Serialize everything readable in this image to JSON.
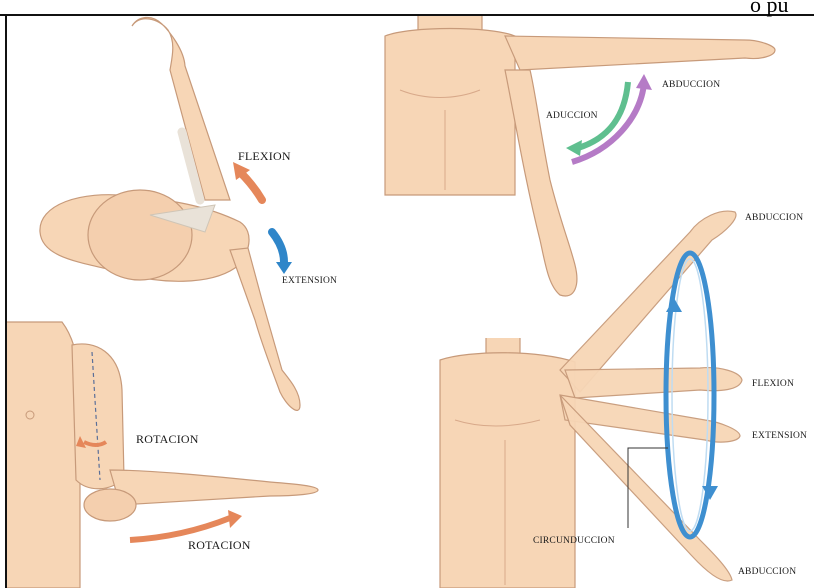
{
  "header_fragment": "o pu",
  "colors": {
    "skin": "#f7d6b6",
    "skin_stroke": "#c79a7a",
    "bone": "#e9e2d8",
    "flexion_arrow": "#e5875a",
    "extension_arrow": "#2f86c9",
    "aduccion_arrow": "#5fbf8f",
    "abduccion_arrow": "#b57bc6",
    "circle": "#3e8fd0"
  },
  "panels": {
    "flexion_extension": {
      "flexion_label": "FLEXION",
      "extension_label": "EXTENSION"
    },
    "abduccion_aduccion": {
      "abduccion_label": "ABDUCCION",
      "aduccion_label": "ADUCCION"
    },
    "rotacion": {
      "upper_label": "ROTACION",
      "lower_label": "ROTACION"
    },
    "circunduccion": {
      "top_label": "ABDUCCION",
      "flexion_label": "FLEXION",
      "extension_label": "EXTENSION",
      "bottom_label": "ABDUCCION",
      "circle_label": "CIRCUNDUCCION"
    }
  }
}
